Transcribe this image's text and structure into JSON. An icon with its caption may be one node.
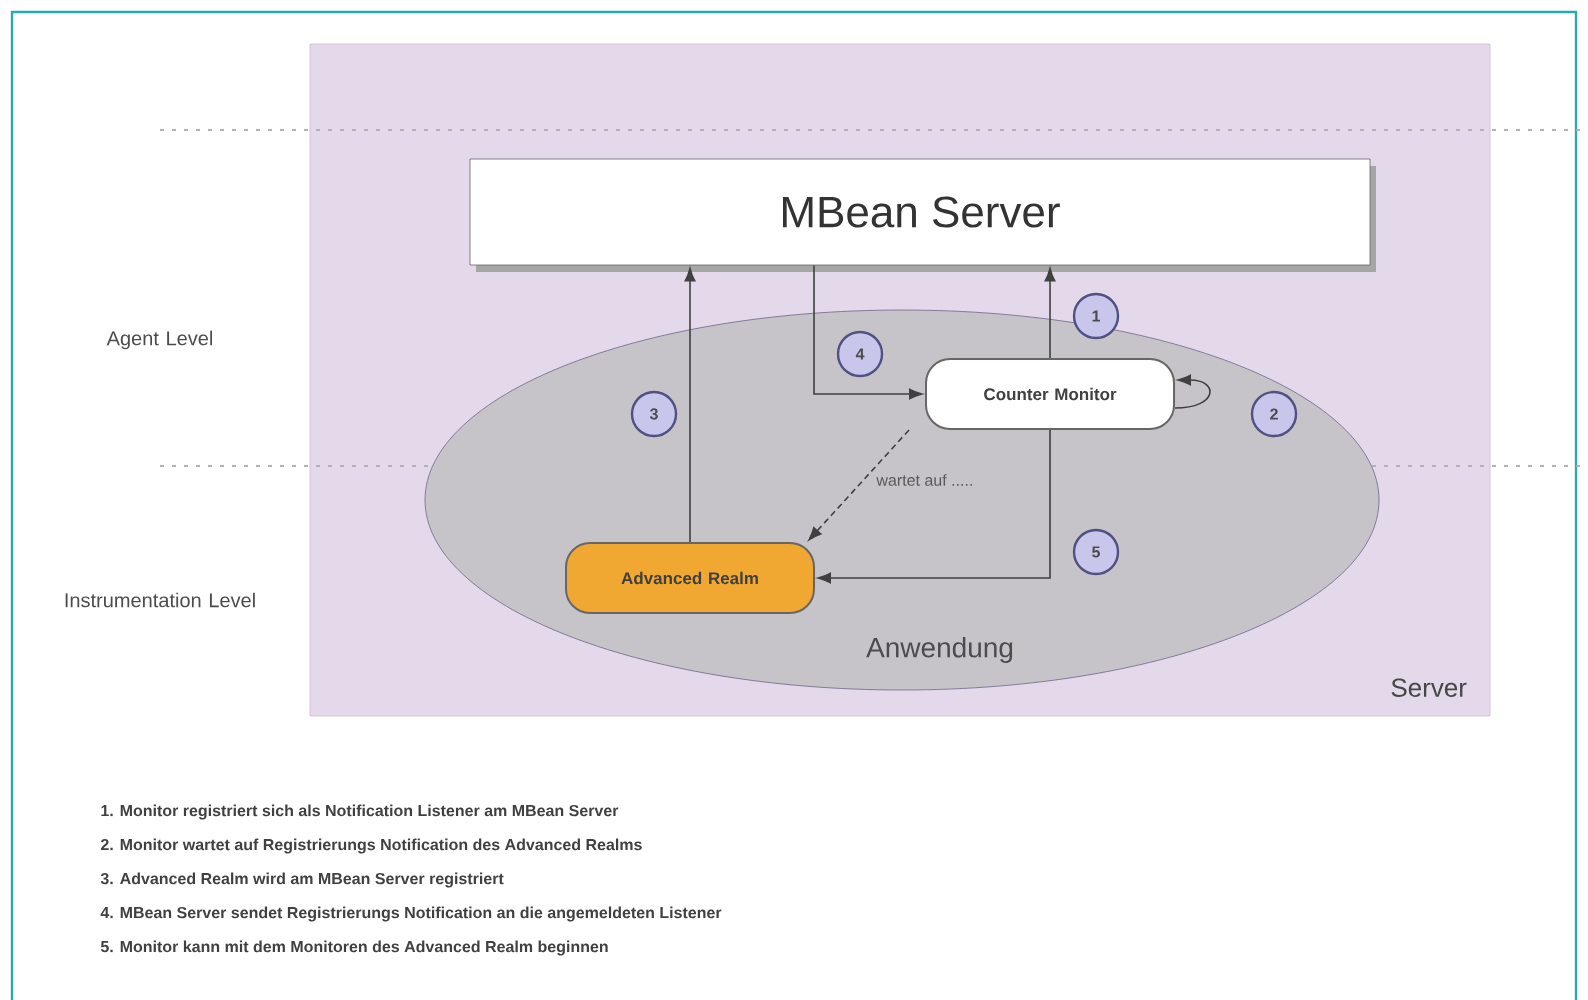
{
  "diagram": {
    "nodes": [
      {
        "text": [
          "Server"
        ]
      },
      {
        "text": [
          "MBean Server"
        ],
        "in": 0
      },
      {
        "text": [
          "Anwendung"
        ],
        "in": 0
      },
      {
        "text": [
          "Counter Monitor"
        ],
        "in": 2
      },
      {
        "text": [
          "Advanced Realm"
        ],
        "in": 2
      },
      {
        "text": [
          "1"
        ],
        "in": 0
      },
      {
        "text": [
          "2"
        ],
        "in": 2
      },
      {
        "text": [
          "3"
        ],
        "in": 2
      },
      {
        "text": [
          "4"
        ],
        "in": 2
      },
      {
        "text": [
          "5"
        ],
        "in": 2
      }
    ],
    "edges": [
      {
        "from": 3,
        "to": 1,
        "arrow": "to"
      },
      {
        "from": 1,
        "to": 3,
        "arrow": "to"
      },
      {
        "from": 3,
        "to": 3,
        "arrow": "to"
      },
      {
        "from": 4,
        "to": 1,
        "arrow": "to"
      },
      {
        "from": 3,
        "to": 4,
        "arrow": "to",
        "style": "dashed",
        "label": "wartet auf ....."
      },
      {
        "from": 3,
        "to": 4,
        "arrow": "to"
      }
    ],
    "labels": [
      "Agent Level",
      "Instrumentation Level",
      "1. Monitor registriert sich als Notification Listener am MBean Server",
      "2. Monitor wartet auf Registrierungs Notification des Advanced Realms",
      "3. Advanced Realm wird am MBean Server registriert",
      "4. MBean Server sendet Registrierungs Notification an die angemeldeten Listener",
      "5. Monitor kann mit dem Monitoren des Advanced Realm beginnen"
    ]
  }
}
